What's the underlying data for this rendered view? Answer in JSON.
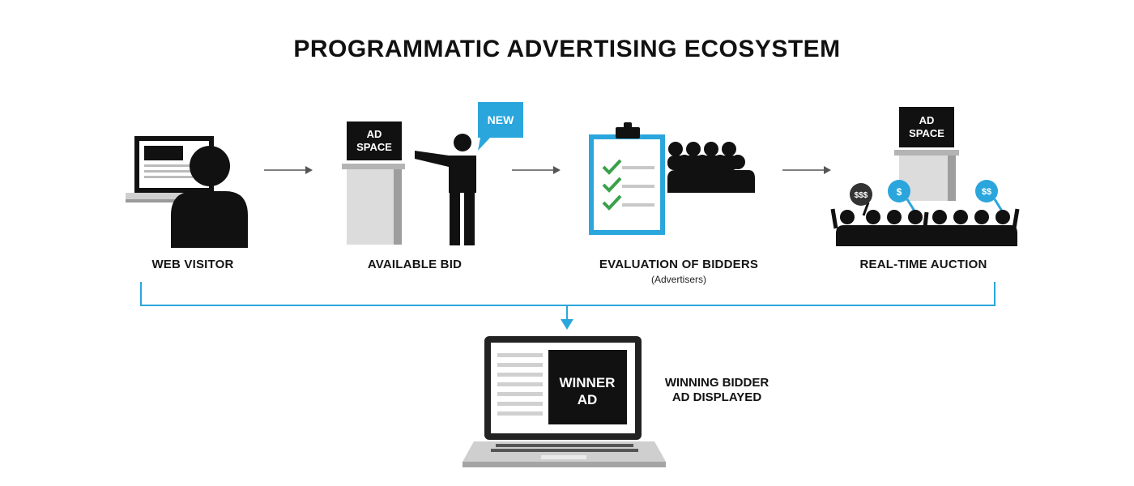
{
  "title": "PROGRAMMATIC ADVERTISING ECOSYSTEM",
  "steps": [
    {
      "label": "WEB VISITOR",
      "sublabel": ""
    },
    {
      "label": "AVAILABLE BID",
      "sublabel": ""
    },
    {
      "label": "EVALUATION OF  BIDDERS",
      "sublabel": "(Advertisers)"
    },
    {
      "label": "REAL-TIME AUCTION",
      "sublabel": ""
    }
  ],
  "ad_space": {
    "line1": "AD",
    "line2": "SPACE"
  },
  "new_badge": "NEW",
  "bids": [
    "$$$",
    "$",
    "$$"
  ],
  "winner": {
    "line1": "WINNER",
    "line2": "AD"
  },
  "result": {
    "line1": "WINNING BIDDER",
    "line2": "AD DISPLAYED"
  },
  "colors": {
    "accent": "#2aa6dc",
    "ink": "#111111",
    "panel": "#d8d8d8",
    "check": "#3aa14a"
  }
}
